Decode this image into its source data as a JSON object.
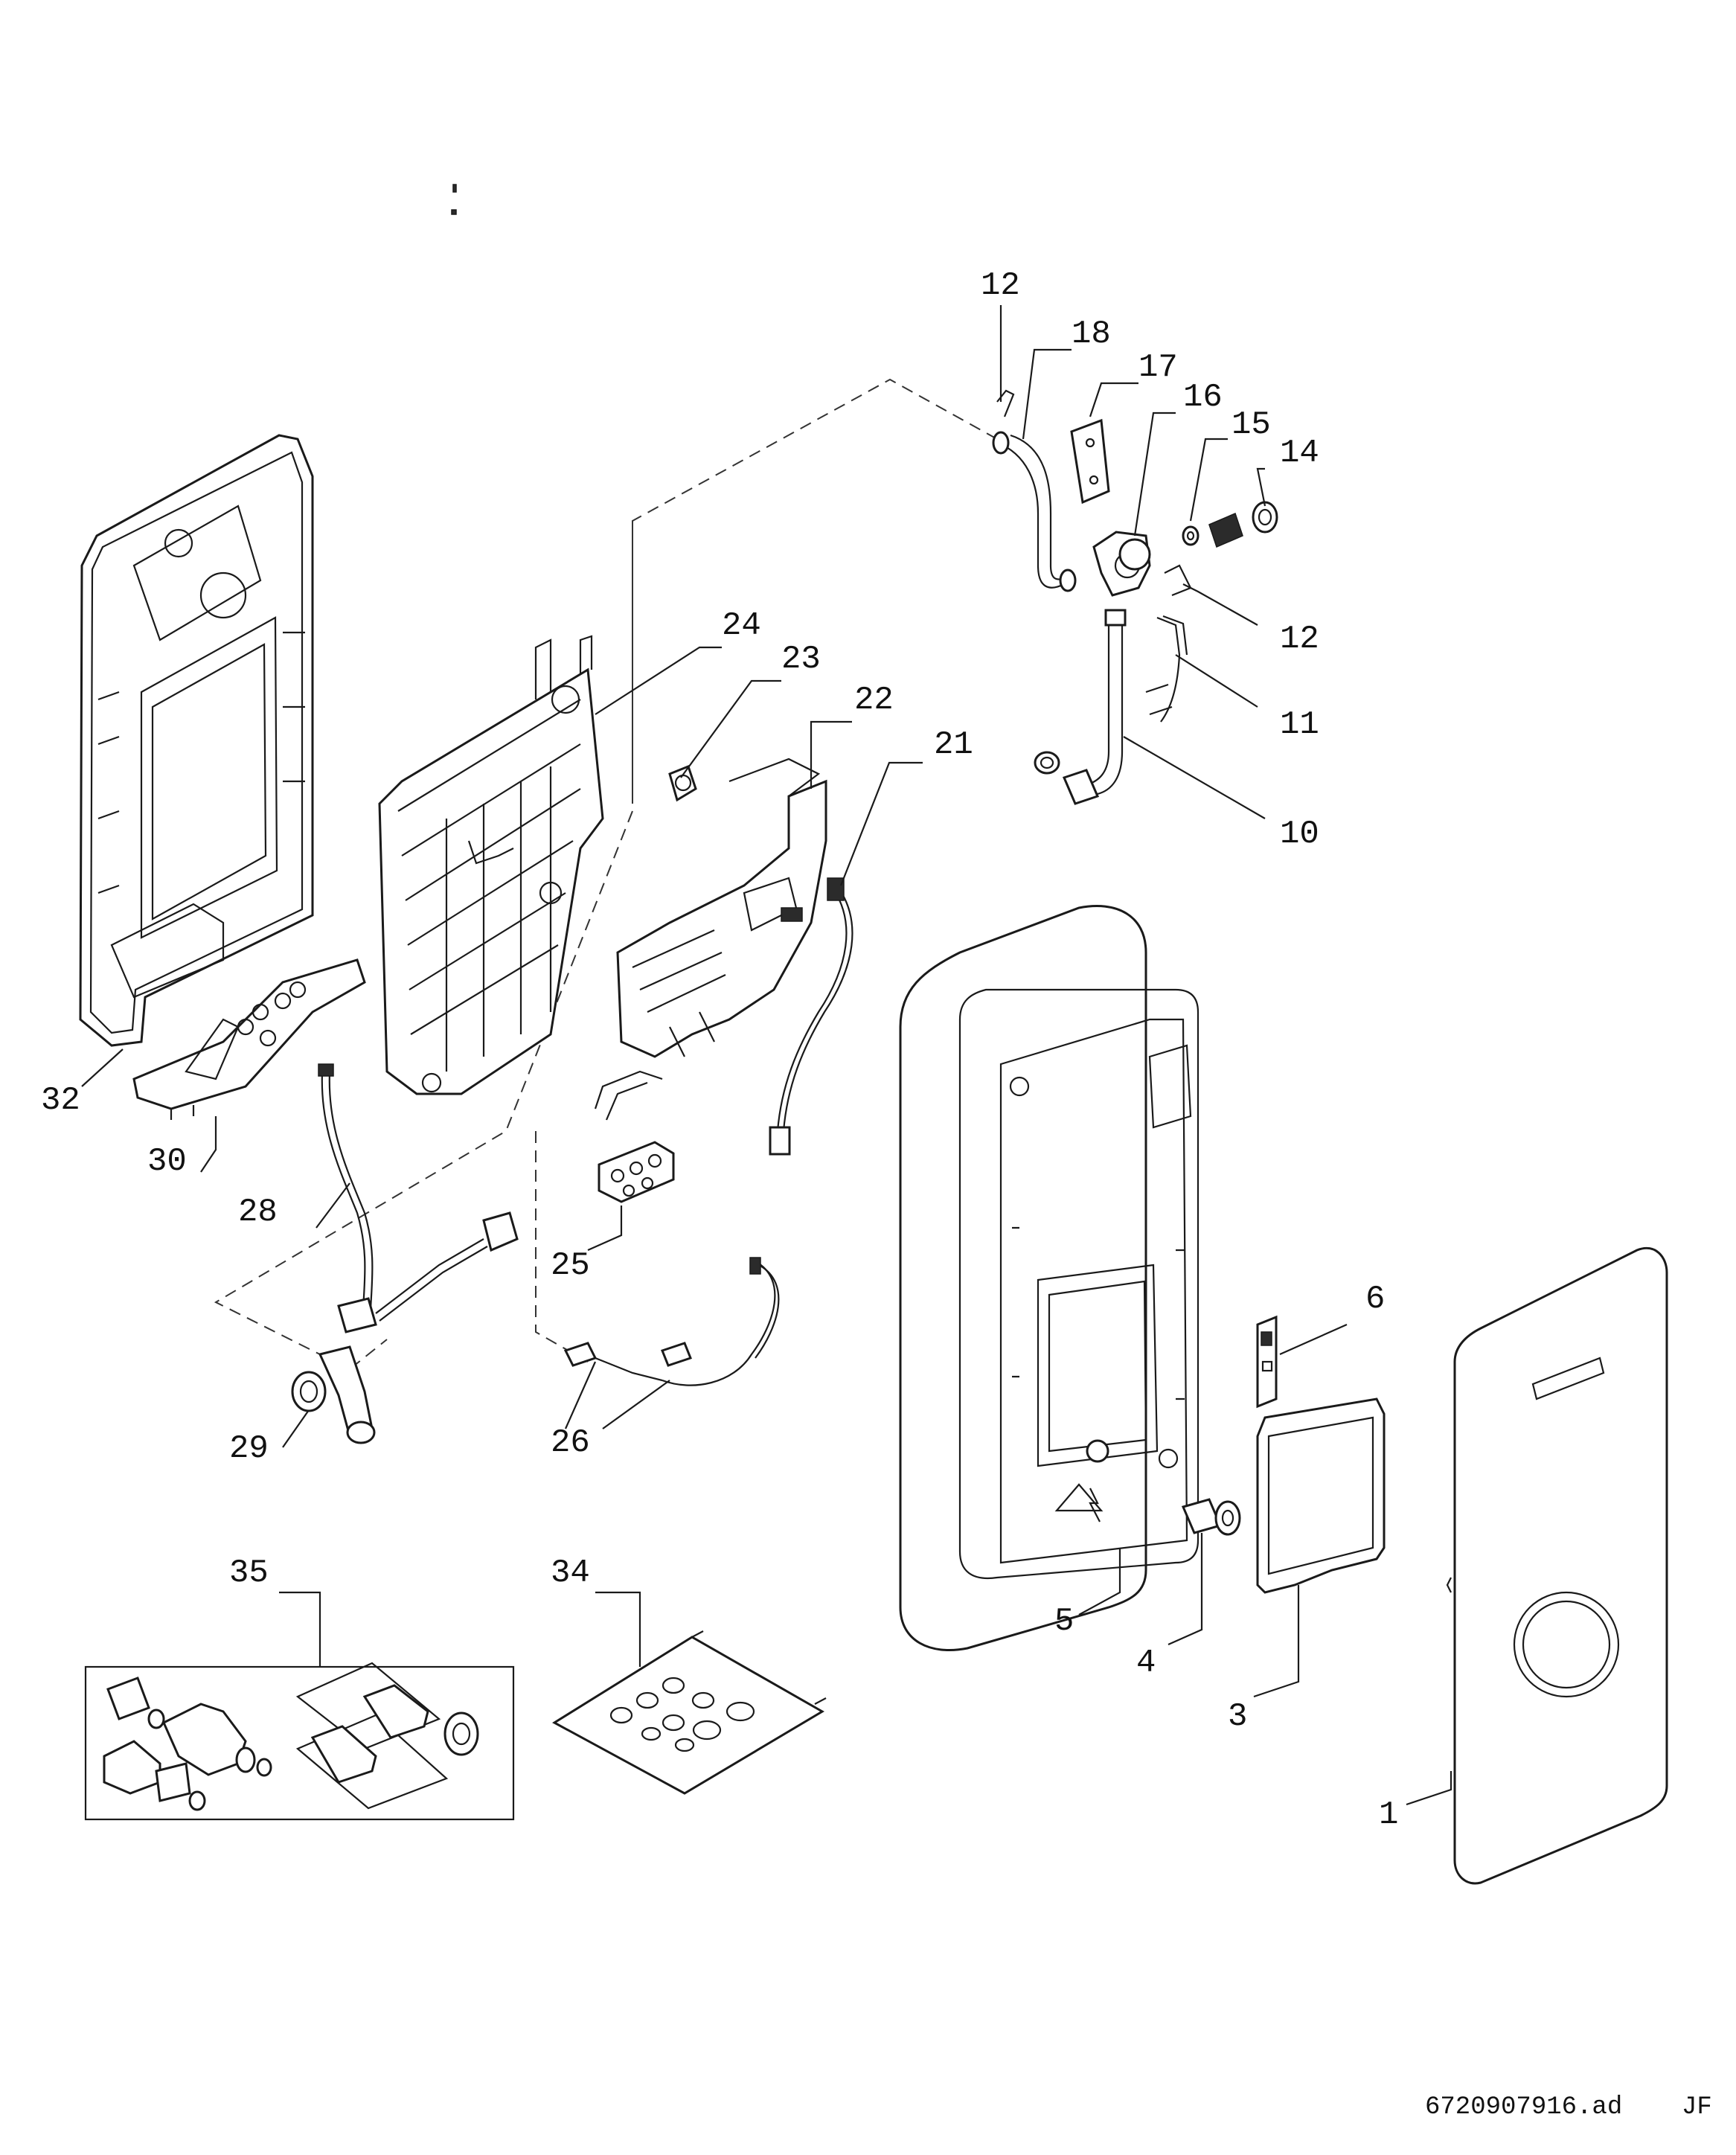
{
  "labels": {
    "p1": "1",
    "p3": "3",
    "p4": "4",
    "p5": "5",
    "p6": "6",
    "p10": "10",
    "p11": "11",
    "p12_top": "12",
    "p12_mid": "12",
    "p14": "14",
    "p15": "15",
    "p16": "16",
    "p17": "17",
    "p18": "18",
    "p21": "21",
    "p22": "22",
    "p23": "23",
    "p24": "24",
    "p25": "25",
    "p26": "26",
    "p28": "28",
    "p29": "29",
    "p30": "30",
    "p32": "32",
    "p34": "34",
    "p35": "35"
  },
  "footer": {
    "drawing_number": "6720907916.ad",
    "initials": "JF"
  }
}
